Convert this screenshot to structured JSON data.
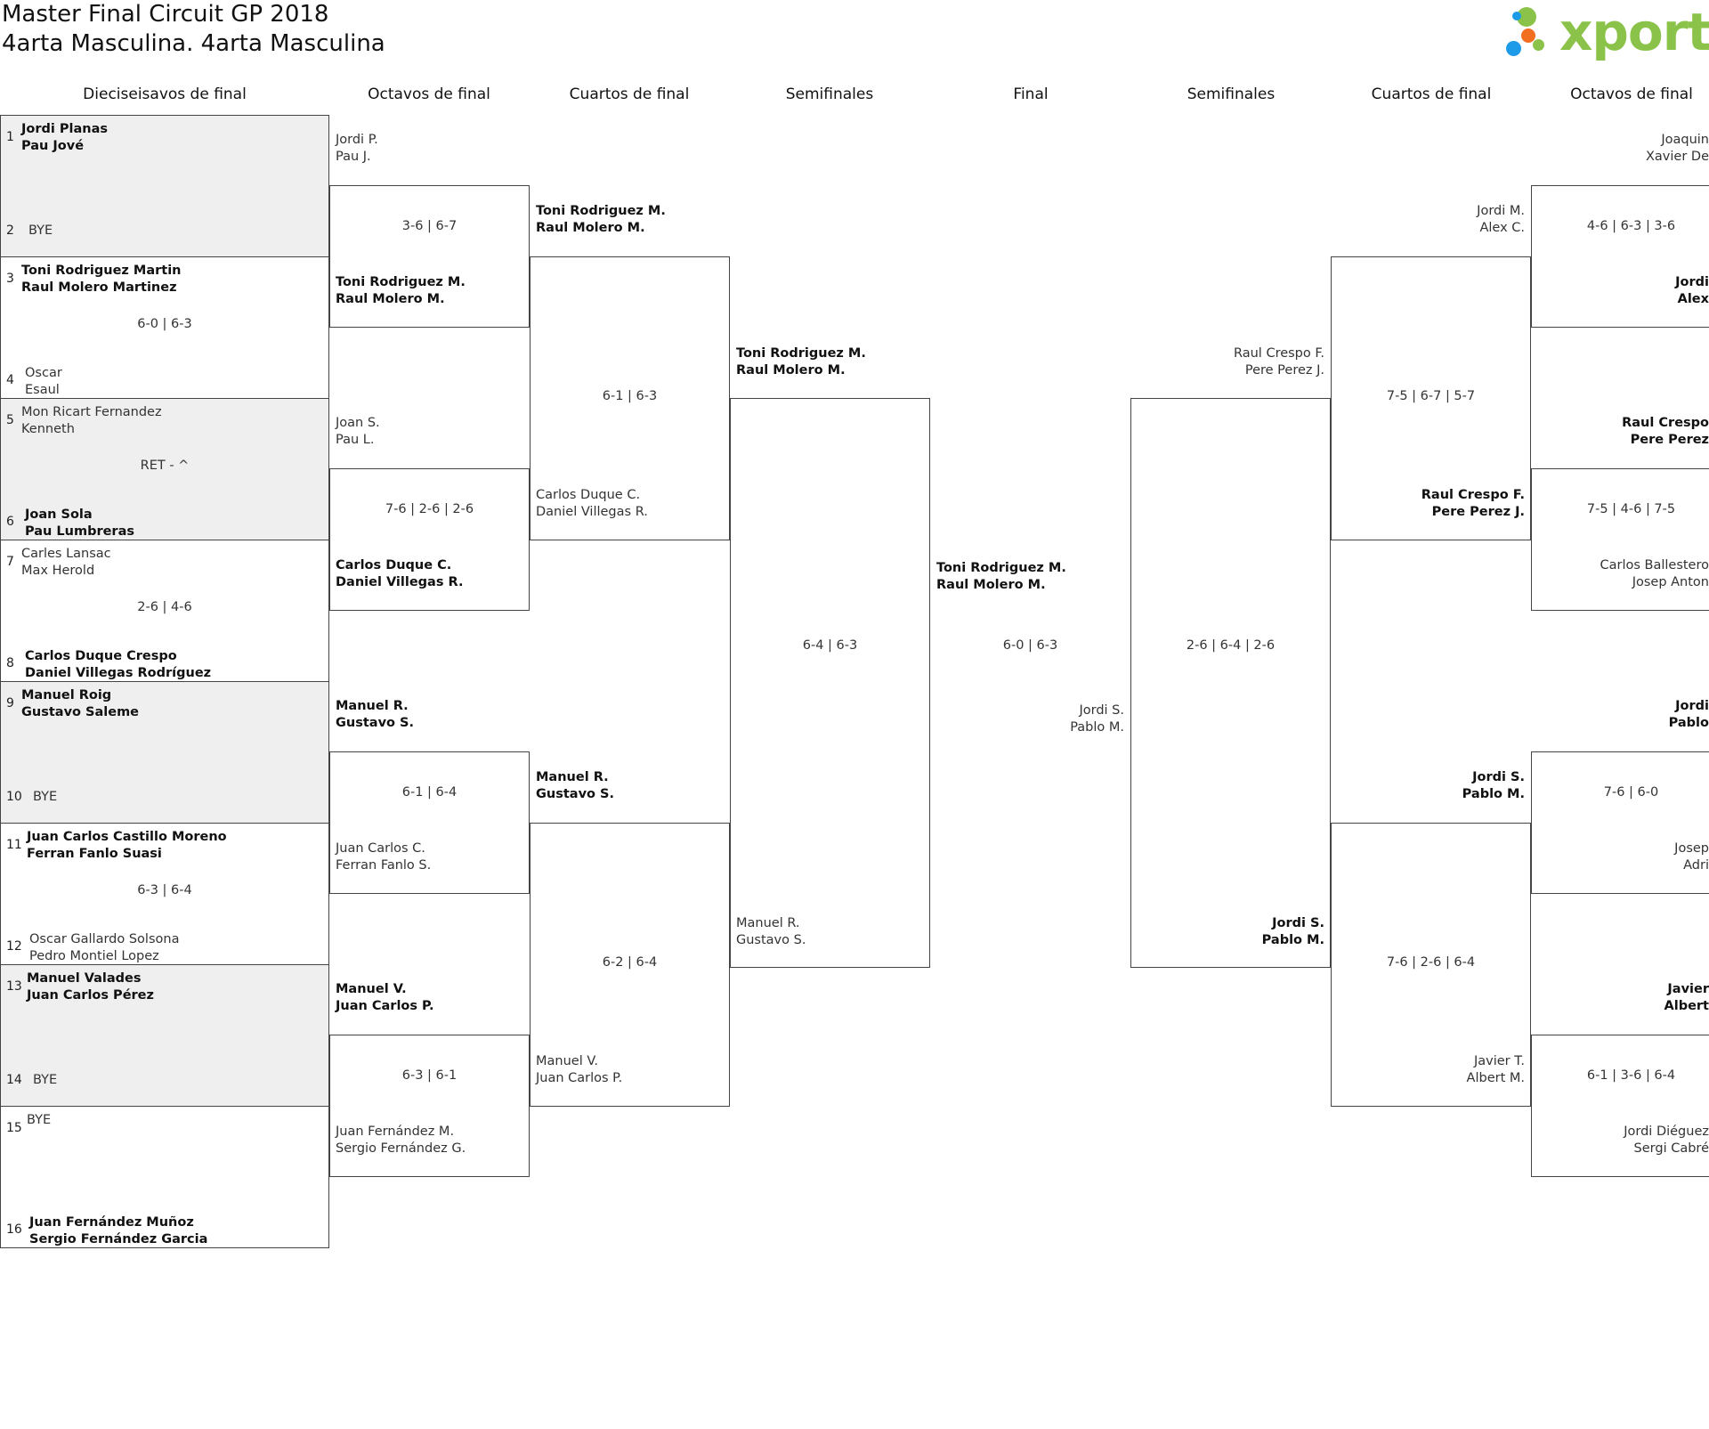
{
  "header": {
    "title": "Master Final Circuit GP 2018",
    "subtitle": "4arta Masculina. 4arta Masculina",
    "logo_text": "xporty"
  },
  "round_headers": [
    "Dieciseisavos de final",
    "Octavos de final",
    "Cuartos de final",
    "Semifinales",
    "Final",
    "Semifinales",
    "Cuartos de final",
    "Octavos de final"
  ],
  "first_round": [
    {
      "top": {
        "seed": "1",
        "p1": "Jordi Planas",
        "p2": "Pau Jové",
        "winner": true
      },
      "bottom": {
        "seed": "2",
        "p1": "BYE",
        "p2": "",
        "winner": false
      },
      "score": "",
      "gray": true
    },
    {
      "top": {
        "seed": "3",
        "p1": "Toni Rodriguez Martin",
        "p2": "Raul Molero Martinez",
        "winner": true
      },
      "bottom": {
        "seed": "4",
        "p1": "Oscar",
        "p2": "Esaul",
        "winner": false
      },
      "score": "6-0 | 6-3",
      "gray": false
    },
    {
      "top": {
        "seed": "5",
        "p1": "Mon Ricart Fernandez",
        "p2": "Kenneth",
        "winner": false
      },
      "bottom": {
        "seed": "6",
        "p1": "Joan Sola",
        "p2": "Pau Lumbreras",
        "winner": true
      },
      "score": "RET - ^",
      "gray": true
    },
    {
      "top": {
        "seed": "7",
        "p1": "Carles Lansac",
        "p2": "Max Herold",
        "winner": false
      },
      "bottom": {
        "seed": "8",
        "p1": "Carlos Duque Crespo",
        "p2": "Daniel Villegas Rodríguez",
        "winner": true
      },
      "score": "2-6 | 4-6",
      "gray": false
    },
    {
      "top": {
        "seed": "9",
        "p1": "Manuel Roig",
        "p2": "Gustavo Saleme",
        "winner": true
      },
      "bottom": {
        "seed": "10",
        "p1": "BYE",
        "p2": "",
        "winner": false
      },
      "score": "",
      "gray": true
    },
    {
      "top": {
        "seed": "11",
        "p1": "Juan Carlos Castillo Moreno",
        "p2": "Ferran Fanlo Suasi",
        "winner": true
      },
      "bottom": {
        "seed": "12",
        "p1": "Oscar Gallardo Solsona",
        "p2": "Pedro Montiel Lopez",
        "winner": false
      },
      "score": "6-3 | 6-4",
      "gray": false
    },
    {
      "top": {
        "seed": "13",
        "p1": "Manuel Valades",
        "p2": "Juan Carlos Pérez",
        "winner": true
      },
      "bottom": {
        "seed": "14",
        "p1": "BYE",
        "p2": "",
        "winner": false
      },
      "score": "",
      "gray": true
    },
    {
      "top": {
        "seed": "15",
        "p1": "BYE",
        "p2": "",
        "winner": false
      },
      "bottom": {
        "seed": "16",
        "p1": "Juan Fernández Muñoz",
        "p2": "Sergio Fernández Garcia",
        "winner": true
      },
      "score": "",
      "gray": false
    }
  ],
  "left_octavos": [
    {
      "top": {
        "p1": "Jordi P.",
        "p2": "Pau J.",
        "winner": false
      },
      "bottom": {
        "p1": "Toni Rodriguez M.",
        "p2": "Raul Molero M.",
        "winner": true
      },
      "score": "3-6 | 6-7"
    },
    {
      "top": {
        "p1": "Joan S.",
        "p2": "Pau L.",
        "winner": false
      },
      "bottom": {
        "p1": "Carlos Duque C.",
        "p2": "Daniel Villegas R.",
        "winner": true
      },
      "score": "7-6 | 2-6 | 2-6"
    },
    {
      "top": {
        "p1": "Manuel R.",
        "p2": "Gustavo S.",
        "winner": true
      },
      "bottom": {
        "p1": "Juan Carlos C.",
        "p2": "Ferran Fanlo S.",
        "winner": false
      },
      "score": "6-1 | 6-4"
    },
    {
      "top": {
        "p1": "Manuel V.",
        "p2": "Juan Carlos P.",
        "winner": true
      },
      "bottom": {
        "p1": "Juan Fernández M.",
        "p2": "Sergio Fernández G.",
        "winner": false
      },
      "score": "6-3 | 6-1"
    }
  ],
  "left_cuartos": [
    {
      "top": {
        "p1": "Toni Rodriguez M.",
        "p2": "Raul Molero M.",
        "winner": true
      },
      "bottom": {
        "p1": "Carlos Duque C.",
        "p2": "Daniel Villegas R.",
        "winner": false
      },
      "score": "6-1 | 6-3"
    },
    {
      "top": {
        "p1": "Manuel R.",
        "p2": "Gustavo S.",
        "winner": true
      },
      "bottom": {
        "p1": "Manuel V.",
        "p2": "Juan Carlos P.",
        "winner": false
      },
      "score": "6-2 | 6-4"
    }
  ],
  "left_semi": {
    "top": {
      "p1": "Toni Rodriguez M.",
      "p2": "Raul Molero M.",
      "winner": true
    },
    "bottom": {
      "p1": "Manuel R.",
      "p2": "Gustavo S.",
      "winner": false
    },
    "score": "6-4 | 6-3"
  },
  "final": {
    "top": {
      "p1": "Toni Rodriguez M.",
      "p2": "Raul Molero M.",
      "winner": true
    },
    "bottom": {
      "p1": "Jordi S.",
      "p2": "Pablo M.",
      "winner": false
    },
    "score": "6-0 | 6-3"
  },
  "right_semi": {
    "top": {
      "p1": "Raul Crespo F.",
      "p2": "Pere Perez J.",
      "winner": false
    },
    "bottom": {
      "p1": "Jordi S.",
      "p2": "Pablo M.",
      "winner": true
    },
    "score": "2-6 | 6-4 | 2-6"
  },
  "right_cuartos": [
    {
      "top": {
        "p1": "Jordi M.",
        "p2": "Alex C.",
        "winner": false
      },
      "bottom": {
        "p1": "Raul Crespo F.",
        "p2": "Pere Perez J.",
        "winner": true
      },
      "score": "7-5 | 6-7 | 5-7"
    },
    {
      "top": {
        "p1": "Jordi S.",
        "p2": "Pablo M.",
        "winner": true
      },
      "bottom": {
        "p1": "Javier T.",
        "p2": "Albert M.",
        "winner": false
      },
      "score": "7-6 | 2-6 | 6-4"
    }
  ],
  "right_octavos": [
    {
      "top": {
        "p1": "Joaquin",
        "p2": "Xavier De",
        "winner": false
      },
      "bottom": {
        "p1": "Jordi",
        "p2": "Alex",
        "winner": true
      },
      "score": "4-6 | 6-3 | 3-6"
    },
    {
      "top": {
        "p1": "Raul Crespo",
        "p2": "Pere Perez",
        "winner": true
      },
      "bottom": {
        "p1": "Carlos Ballestero",
        "p2": "Josep Anton",
        "winner": false
      },
      "score": "7-5 | 4-6 | 7-5"
    },
    {
      "top": {
        "p1": "Jordi",
        "p2": "Pablo",
        "winner": true
      },
      "bottom": {
        "p1": "Josep",
        "p2": "Adri",
        "winner": false
      },
      "score": "7-6 | 6-0"
    },
    {
      "top": {
        "p1": "Javier",
        "p2": "Albert",
        "winner": true
      },
      "bottom": {
        "p1": "Jordi Diéguez",
        "p2": "Sergi Cabré",
        "winner": false
      },
      "score": "6-1 | 3-6 | 6-4"
    }
  ],
  "colors": {
    "line": "#444444",
    "gray_fill": "#efefef",
    "logo_green": "#8bc34a",
    "logo_blue": "#1e9be8",
    "logo_orange": "#f26f21"
  }
}
